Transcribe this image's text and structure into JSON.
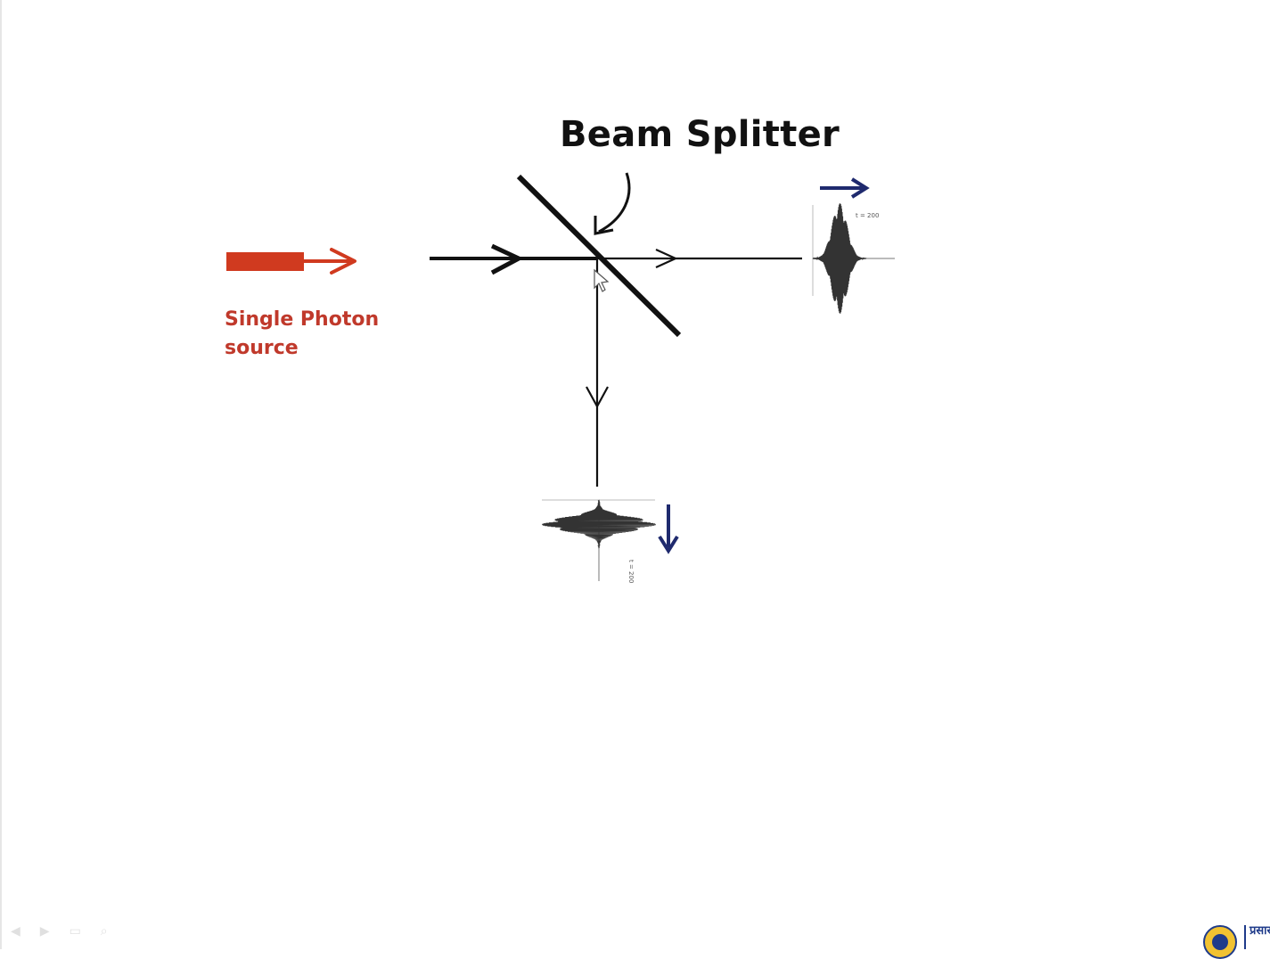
{
  "diagram": {
    "title": "Beam Splitter",
    "source_label_line1": "Single Photon",
    "source_label_line2": "source",
    "pulse_right_label": "t = 200",
    "pulse_down_label": "t = 200"
  },
  "colors": {
    "source": "#d03a1f",
    "source_label": "#c0392b",
    "beam": "#111111",
    "direction_arrow": "#1f2a6e",
    "wave": "#333333"
  },
  "toolbar": {
    "items": [
      "◀",
      "▶",
      "▭",
      "⌕"
    ]
  },
  "logo": {
    "text": "प्रसार"
  },
  "icons": {
    "cursor": "pointer-cursor-icon",
    "logo": "institute-logo-icon"
  }
}
